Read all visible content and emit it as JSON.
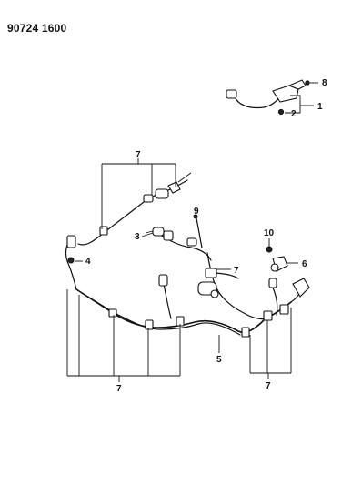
{
  "diagram_code": "90724 1600",
  "callouts": {
    "c1": "1",
    "c2": "2",
    "c3": "3",
    "c4": "4",
    "c5": "5",
    "c6": "6",
    "c7_top": "7",
    "c7_mid": "7",
    "c7_bottom_left": "7",
    "c7_bottom_right": "7",
    "c8": "8",
    "c9": "9",
    "c10": "10"
  }
}
